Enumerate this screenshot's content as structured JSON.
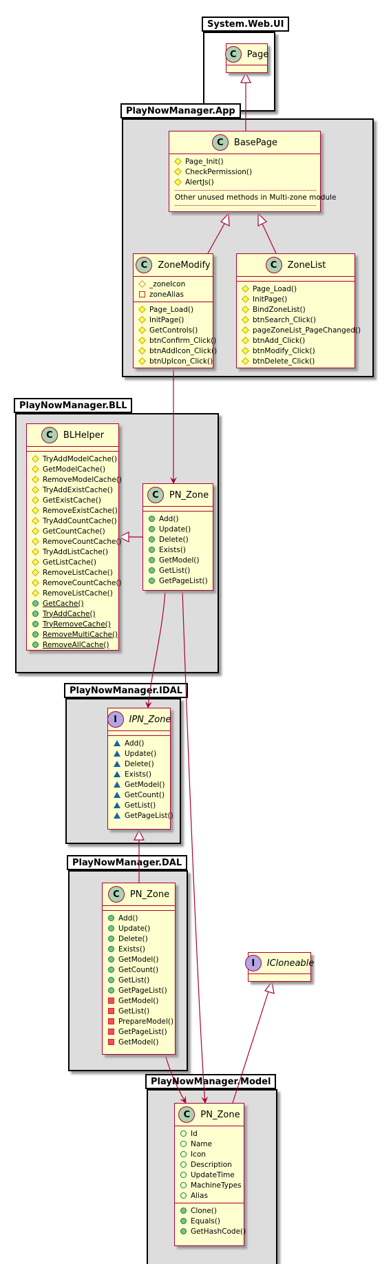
{
  "packages": {
    "system_web_ui": "System.Web.UI",
    "app": "PlayNowManager.App",
    "bll": "PlayNowManager.BLL",
    "idal": "PlayNowManager.IDAL",
    "dal": "PlayNowManager.DAL",
    "model": "PlayNowManager.Model"
  },
  "classes": {
    "page": {
      "spot": "C",
      "name": "Page"
    },
    "basepage": {
      "spot": "C",
      "name": "BasePage",
      "methods": [
        "Page_Init()",
        "CheckPermission()",
        "AlertJs()"
      ],
      "note": "Other unused methods in Multi-zone module"
    },
    "zonemodify": {
      "spot": "C",
      "name": "ZoneModify",
      "fields": [
        "_zoneIcon",
        "zoneAlias"
      ],
      "methods": [
        "Page_Load()",
        "InitPage()",
        "GetControls()",
        "btnConfirm_Click()",
        "btnAddIcon_Click()",
        "btnUpIcon_Click()"
      ]
    },
    "zonelist": {
      "spot": "C",
      "name": "ZoneList",
      "methods": [
        "Page_Load()",
        "InitPage()",
        "BindZoneList()",
        "btnSearch_Click()",
        "pageZoneList_PageChanged()",
        "btnAdd_Click()",
        "btnModify_Click()",
        "btnDelete_Click()"
      ]
    },
    "blhelper": {
      "spot": "C",
      "name": "BLHelper",
      "methods": [
        "TryAddModelCache()",
        "GetModelCache()",
        "RemoveModelCache()",
        "TryAddExistCache()",
        "GetExistCache()",
        "RemoveExistCache()",
        "TryAddCountCache()",
        "GetCountCache()",
        "RemoveCountCache()",
        "TryAddListCache()",
        "GetListCache()",
        "RemoveListCache()",
        "RemoveCountCache()",
        "RemoveListCache()",
        "GetCache()",
        "TryAddCache()",
        "TryRemoveCache()",
        "RemoveMultiCache()",
        "RemoveAllCache()"
      ]
    },
    "bll_pn_zone": {
      "spot": "C",
      "name": "PN_Zone",
      "methods": [
        "Add()",
        "Update()",
        "Delete()",
        "Exists()",
        "GetModel()",
        "GetList()",
        "GetPageList()"
      ]
    },
    "ipn_zone": {
      "spot": "I",
      "name": "IPN_Zone",
      "methods": [
        "Add()",
        "Update()",
        "Delete()",
        "Exists()",
        "GetModel()",
        "GetCount()",
        "GetList()",
        "GetPageList()"
      ]
    },
    "dal_pn_zone": {
      "spot": "C",
      "name": "PN_Zone",
      "methods": [
        "Add()",
        "Update()",
        "Delete()",
        "Exists()",
        "GetModel()",
        "GetCount()",
        "GetList()",
        "GetPageList()",
        "GetModel()",
        "GetList()",
        "PrepareModel()",
        "GetPageList()",
        "GetModel()"
      ]
    },
    "icloneable": {
      "spot": "I",
      "name": "ICloneable"
    },
    "model_pn_zone": {
      "spot": "C",
      "name": "PN_Zone",
      "fields": [
        "Id",
        "Name",
        "Icon",
        "Description",
        "UpdateTime",
        "MachineTypes",
        "Alias"
      ],
      "methods": [
        "Clone()",
        "Equals()",
        "GetHashCode()"
      ]
    }
  },
  "colors": {
    "class_fill": "#fefece",
    "class_border": "#a80036",
    "package_fill": "#dddddd",
    "class_spot": "#add1b2",
    "interface_spot": "#b4a7e5"
  }
}
